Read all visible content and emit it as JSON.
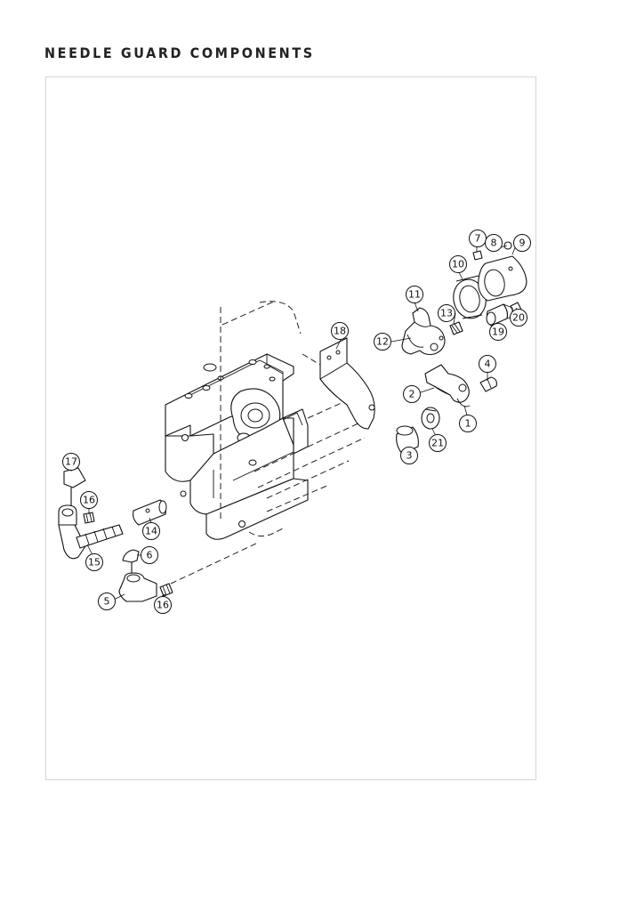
{
  "page": {
    "title": "NEEDLE GUARD COMPONENTS"
  },
  "callouts": [
    {
      "label": "1"
    },
    {
      "label": "2"
    },
    {
      "label": "3"
    },
    {
      "label": "4"
    },
    {
      "label": "5"
    },
    {
      "label": "6"
    },
    {
      "label": "7"
    },
    {
      "label": "8"
    },
    {
      "label": "9"
    },
    {
      "label": "10"
    },
    {
      "label": "11"
    },
    {
      "label": "12"
    },
    {
      "label": "13"
    },
    {
      "label": "14"
    },
    {
      "label": "15"
    },
    {
      "label": "16"
    },
    {
      "label": "16"
    },
    {
      "label": "17"
    },
    {
      "label": "18"
    },
    {
      "label": "19"
    },
    {
      "label": "20"
    },
    {
      "label": "21"
    }
  ]
}
